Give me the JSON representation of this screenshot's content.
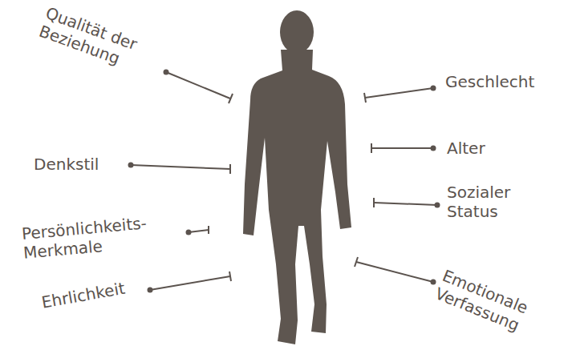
{
  "diagram": {
    "labels": [
      "Qualität der Beziehung",
      "Denkstil",
      "Persönlichkeits- Merkmale",
      "Ehrlichkeit",
      "Geschlecht",
      "Alter",
      "Sozialer Status",
      "Emotionale Verfassung"
    ]
  }
}
